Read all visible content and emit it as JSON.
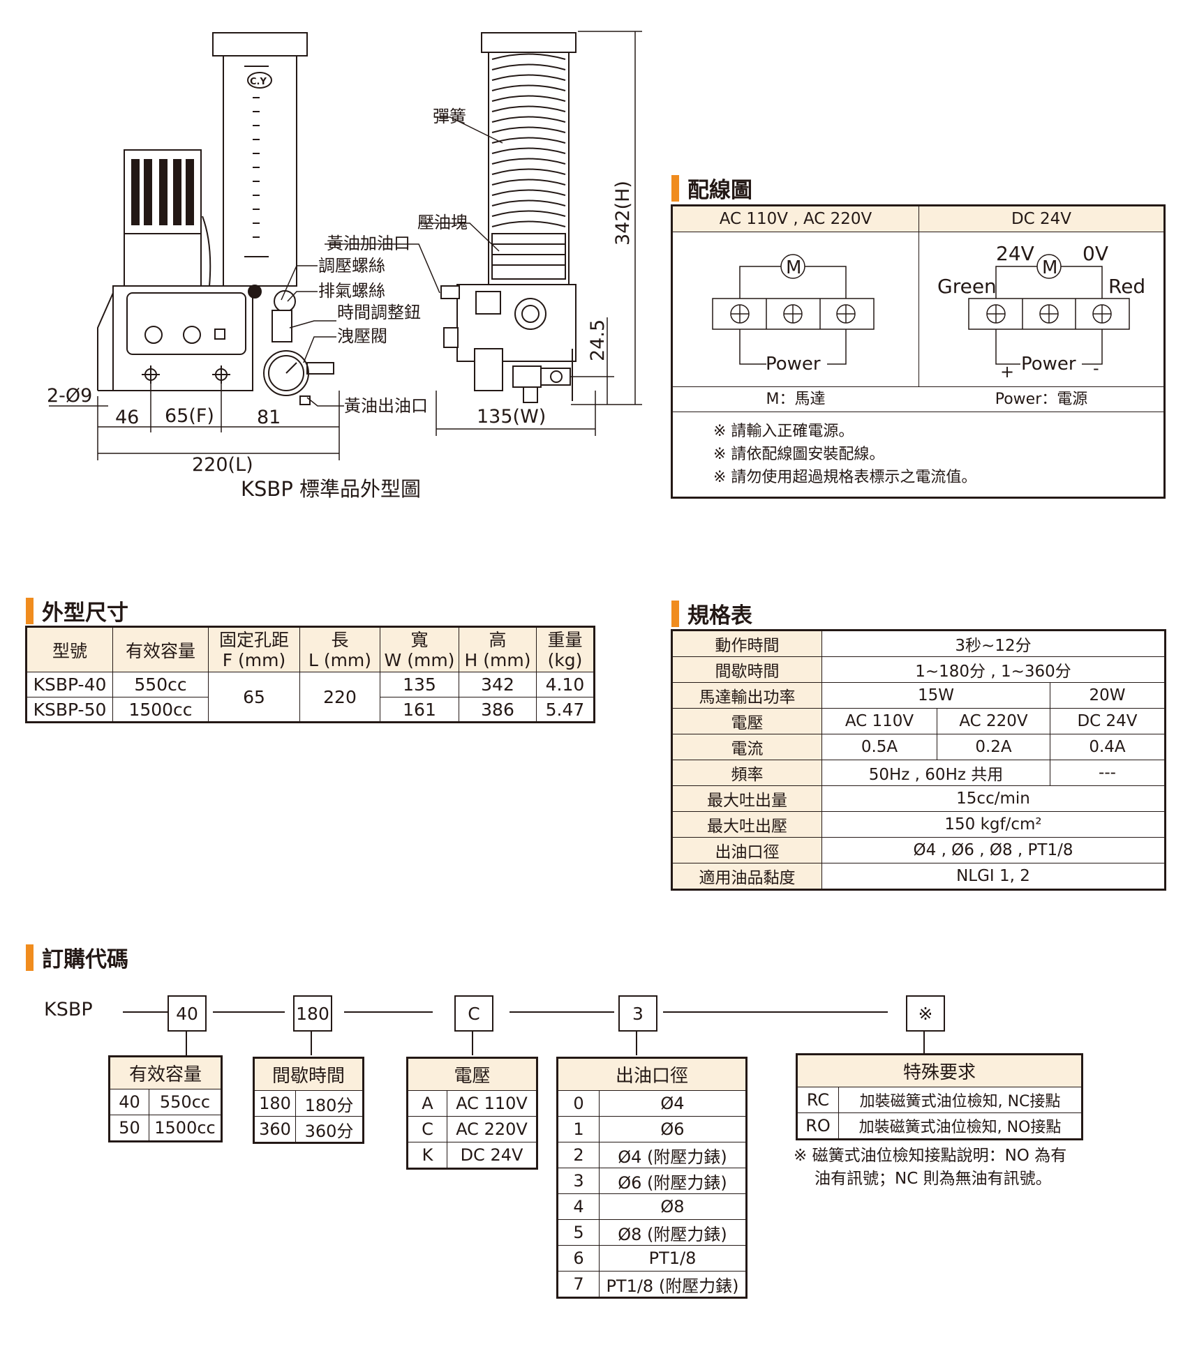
{
  "drawing": {
    "callouts": [
      "彈簧",
      "壓油塊",
      "黃油加油口",
      "調壓螺絲",
      "排氣螺絲",
      "時間調整鈕",
      "洩壓閥",
      "黃油出油口"
    ],
    "dims": {
      "holes": "2-Ø9",
      "d1": "46",
      "d2": "65(F)",
      "d3": "81",
      "length": "220(L)",
      "width": "135(W)",
      "height": "342(H)",
      "base": "24.5"
    },
    "caption": "KSBP 標準品外型圖",
    "logo": "C.Y"
  },
  "wiring": {
    "title": "配線圖",
    "col1": "AC 110V , AC 220V",
    "col2": "DC 24V",
    "motor": "M",
    "power": "Power",
    "v24": "24V",
    "v0": "0V",
    "green": "Green",
    "red": "Red",
    "plus": "+",
    "minus": "-",
    "legend_m": "M：馬達",
    "legend_p": "Power：電源",
    "notes": [
      "※ 請輸入正確電源。",
      "※ 請依配線圖安裝配線。",
      "※ 請勿使用超過規格表標示之電流值。"
    ]
  },
  "dimensions": {
    "title": "外型尺寸",
    "headers": [
      "型號",
      "有效容量",
      "固定孔距",
      "F (mm)",
      "長",
      "L (mm)",
      "寬",
      "W (mm)",
      "高",
      "H (mm)",
      "重量",
      "(kg)"
    ],
    "rows": [
      {
        "model": "KSBP-40",
        "cap": "550cc",
        "w": "135",
        "h": "342",
        "kg": "4.10"
      },
      {
        "model": "KSBP-50",
        "cap": "1500cc",
        "w": "161",
        "h": "386",
        "kg": "5.47"
      }
    ],
    "f": "65",
    "l": "220"
  },
  "spec": {
    "title": "規格表",
    "labels": [
      "動作時間",
      "間歇時間",
      "馬達輸出功率",
      "電壓",
      "電流",
      "頻率",
      "最大吐出量",
      "最大吐出壓",
      "出油口徑",
      "適用油品黏度"
    ],
    "op_time": "3秒~12分",
    "interval": "1~180分 , 1~360分",
    "power": [
      "15W",
      "20W"
    ],
    "voltage": [
      "AC 110V",
      "AC 220V",
      "DC 24V"
    ],
    "current": [
      "0.5A",
      "0.2A",
      "0.4A"
    ],
    "freq": [
      "50Hz , 60Hz 共用",
      "---"
    ],
    "max_flow": "15cc/min",
    "max_pressure": "150 kgf/cm²",
    "outlet": "Ø4 , Ø6 , Ø8 , PT1/8",
    "viscosity": "NLGI 1, 2"
  },
  "order": {
    "title": "訂購代碼",
    "prefix": "KSBP",
    "codes": [
      "40",
      "180",
      "C",
      "3",
      "※"
    ],
    "capacity": {
      "title": "有效容量",
      "rows": [
        [
          "40",
          "550cc"
        ],
        [
          "50",
          "1500cc"
        ]
      ]
    },
    "interval": {
      "title": "間歇時間",
      "rows": [
        [
          "180",
          "180分"
        ],
        [
          "360",
          "360分"
        ]
      ]
    },
    "voltage": {
      "title": "電壓",
      "rows": [
        [
          "A",
          "AC 110V"
        ],
        [
          "C",
          "AC 220V"
        ],
        [
          "K",
          "DC 24V"
        ]
      ]
    },
    "outlet": {
      "title": "出油口徑",
      "rows": [
        [
          "0",
          "Ø4"
        ],
        [
          "1",
          "Ø6"
        ],
        [
          "2",
          "Ø4 (附壓力錶)"
        ],
        [
          "3",
          "Ø6 (附壓力錶)"
        ],
        [
          "4",
          "Ø8"
        ],
        [
          "5",
          "Ø8 (附壓力錶)"
        ],
        [
          "6",
          "PT1/8"
        ],
        [
          "7",
          "PT1/8 (附壓力錶)"
        ]
      ]
    },
    "special": {
      "title": "特殊要求",
      "rows": [
        [
          "RC",
          "加裝磁簧式油位檢知, NC接點"
        ],
        [
          "RO",
          "加裝磁簧式油位檢知, NO接點"
        ]
      ]
    },
    "special_note": [
      "※ 磁簧式油位檢知接點說明：NO 為有",
      "油有訊號；NC 則為無油有訊號。"
    ]
  },
  "colors": {
    "accent": "#f08c1e",
    "header_fill": "#fbefdc",
    "ink": "#231815"
  }
}
